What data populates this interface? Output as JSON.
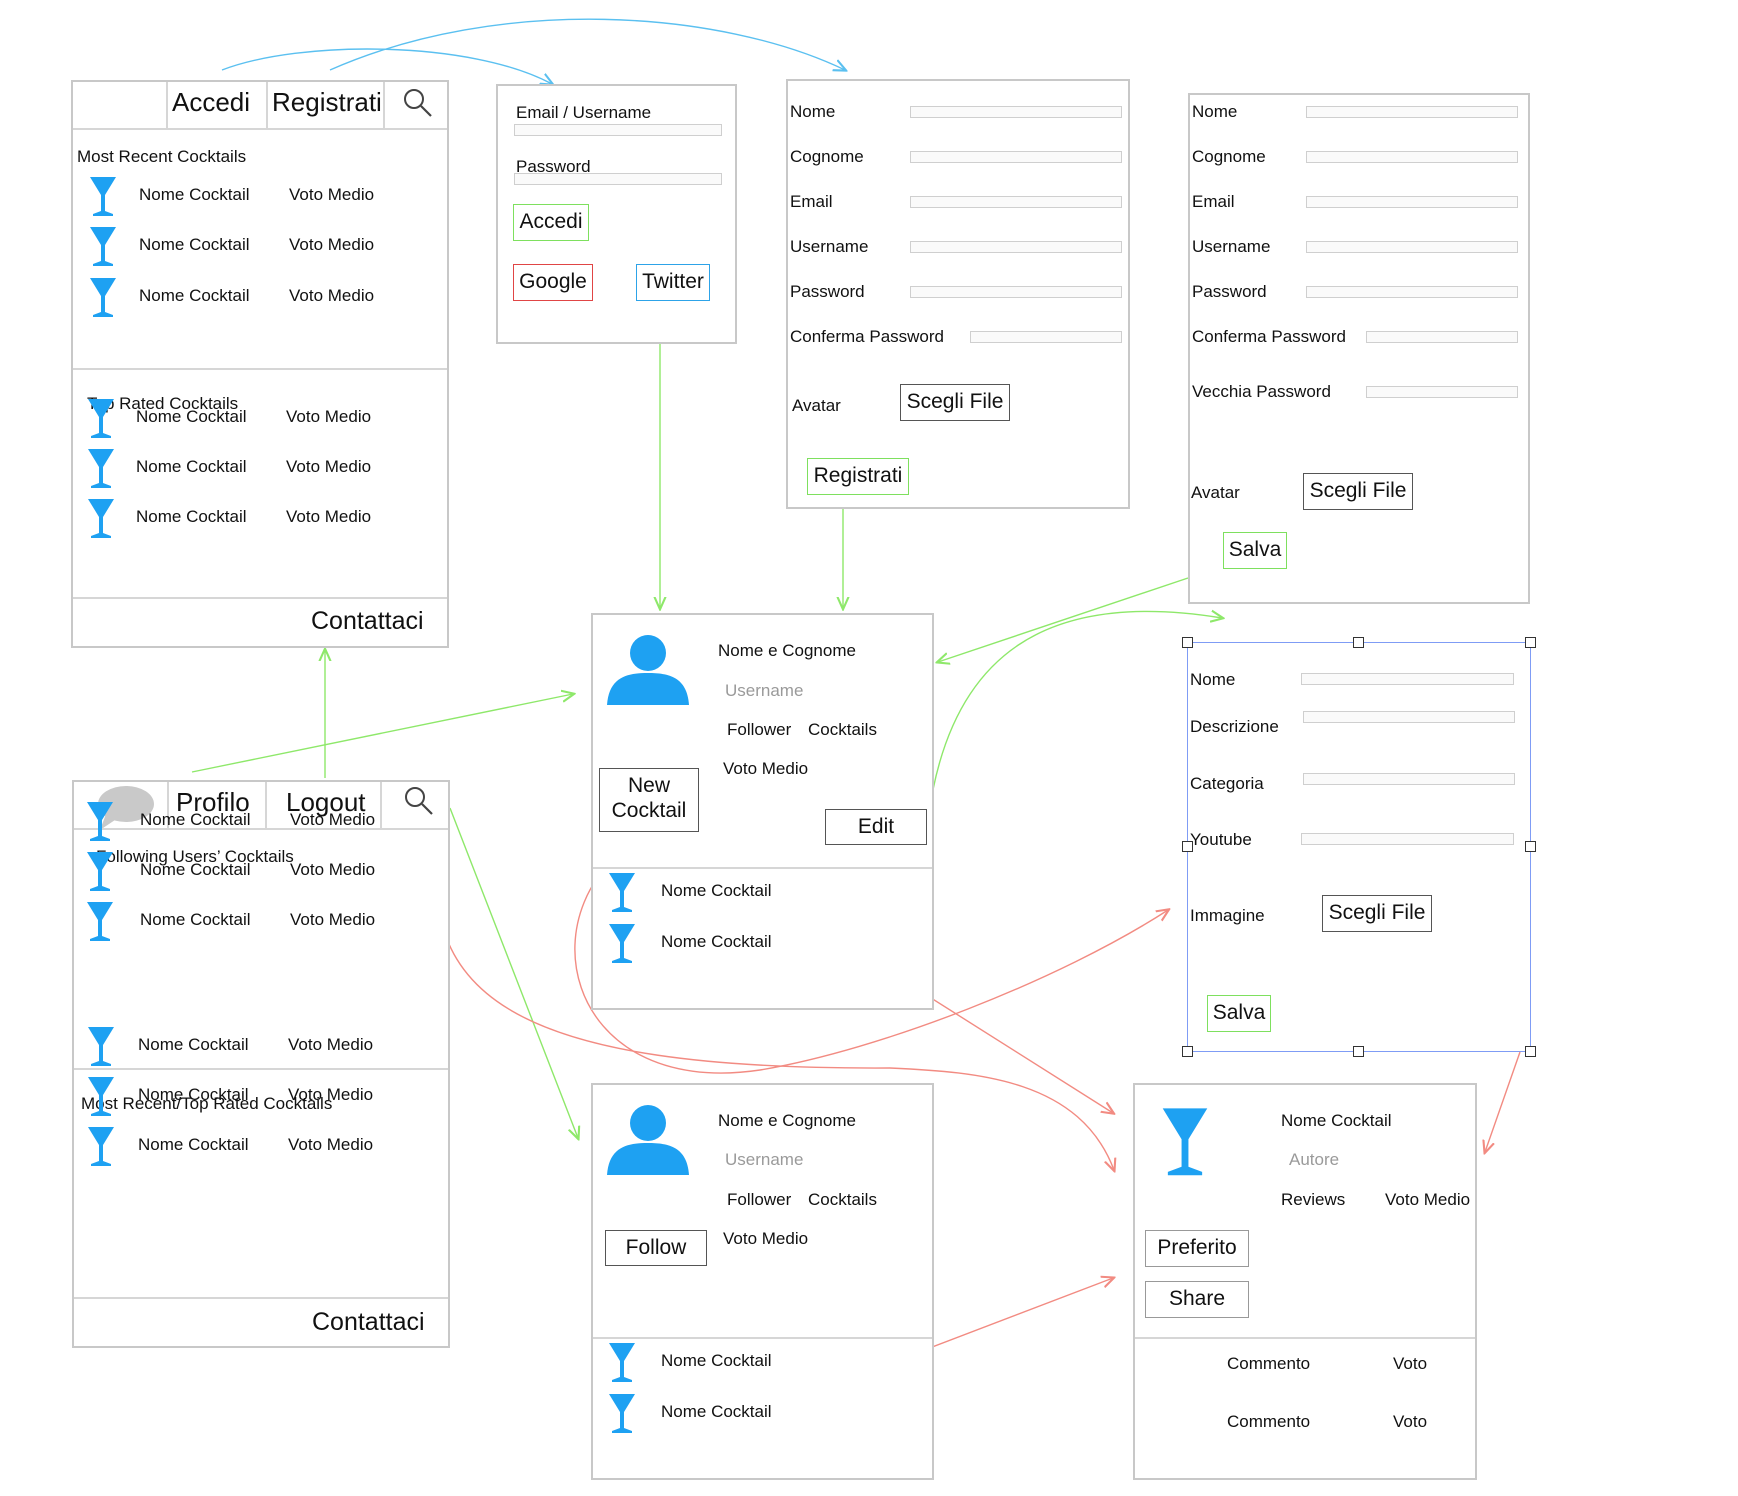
{
  "colors": {
    "accent_blue": "#1ea1f2",
    "flow_green": "#8ee86a",
    "flow_red": "#f28b82",
    "flow_blue": "#5bc0f0",
    "selection": "#7f9cf5"
  },
  "guest_home": {
    "nav": {
      "login": "Accedi",
      "register": "Registrati",
      "search_icon": "search-icon"
    },
    "recent_title": "Most Recent Cocktails",
    "recent_rows": [
      {
        "name": "Nome Cocktail",
        "rating": "Voto Medio"
      },
      {
        "name": "Nome Cocktail",
        "rating": "Voto Medio"
      },
      {
        "name": "Nome Cocktail",
        "rating": "Voto Medio"
      }
    ],
    "top_title": "Top Rated Cocktails",
    "top_rows": [
      {
        "name": "Nome Cocktail",
        "rating": "Voto Medio"
      },
      {
        "name": "Nome Cocktail",
        "rating": "Voto Medio"
      },
      {
        "name": "Nome Cocktail",
        "rating": "Voto Medio"
      }
    ],
    "footer": "Contattaci"
  },
  "login": {
    "email_label": "Email / Username",
    "password_label": "Password",
    "login_button": "Accedi",
    "google_button": "Google",
    "twitter_button": "Twitter"
  },
  "register": {
    "labels": [
      "Nome",
      "Cognome",
      "Email",
      "Username",
      "Password",
      "Conferma Password"
    ],
    "avatar_label": "Avatar",
    "file_button": "Scegli File",
    "submit_button": "Registrati"
  },
  "edit_profile": {
    "labels": [
      "Nome",
      "Cognome",
      "Email",
      "Username",
      "Password",
      "Conferma Password",
      "Vecchia Password"
    ],
    "avatar_label": "Avatar",
    "file_button": "Scegli File",
    "save_button": "Salva"
  },
  "my_profile": {
    "full_name": "Nome e Cognome",
    "username": "Username",
    "follower": "Follower",
    "cocktails": "Cocktails",
    "rating": "Voto Medio",
    "new_cocktail_line1": "New",
    "new_cocktail_line2": "Cocktail",
    "edit_button": "Edit",
    "cocktails_list": [
      "Nome Cocktail",
      "Nome Cocktail"
    ]
  },
  "cocktail_form": {
    "name_label": "Nome",
    "description_label": "Descrizione",
    "category_label": "Categoria",
    "youtube_label": "Youtube",
    "image_label": "Immagine",
    "file_button": "Scegli File",
    "save_button": "Salva"
  },
  "user_home": {
    "nav": {
      "profile": "Profilo",
      "logout": "Logout",
      "chat_icon": "speech-bubble-icon",
      "search_icon": "search-icon"
    },
    "following_title": "Following Users’ Cocktails",
    "following_rows": [
      {
        "name": "Nome Cocktail",
        "rating": "Voto Medio"
      },
      {
        "name": "Nome Cocktail",
        "rating": "Voto Medio"
      },
      {
        "name": "Nome Cocktail",
        "rating": "Voto Medio"
      }
    ],
    "mixed_title": "Most Recent/Top Rated Cocktails",
    "mixed_rows": [
      {
        "name": "Nome Cocktail",
        "rating": "Voto Medio"
      },
      {
        "name": "Nome Cocktail",
        "rating": "Voto Medio"
      },
      {
        "name": "Nome Cocktail",
        "rating": "Voto Medio"
      }
    ],
    "footer": "Contattaci"
  },
  "other_profile": {
    "full_name": "Nome e Cognome",
    "username": "Username",
    "follower": "Follower",
    "cocktails": "Cocktails",
    "rating": "Voto Medio",
    "follow_button": "Follow",
    "cocktails_list": [
      "Nome Cocktail",
      "Nome Cocktail"
    ]
  },
  "cocktail_detail": {
    "name": "Nome Cocktail",
    "author": "Autore",
    "reviews": "Reviews",
    "rating": "Voto Medio",
    "favorite_button": "Preferito",
    "share_button": "Share",
    "comments": [
      {
        "text": "Commento",
        "vote": "Voto"
      },
      {
        "text": "Commento",
        "vote": "Voto"
      }
    ]
  }
}
